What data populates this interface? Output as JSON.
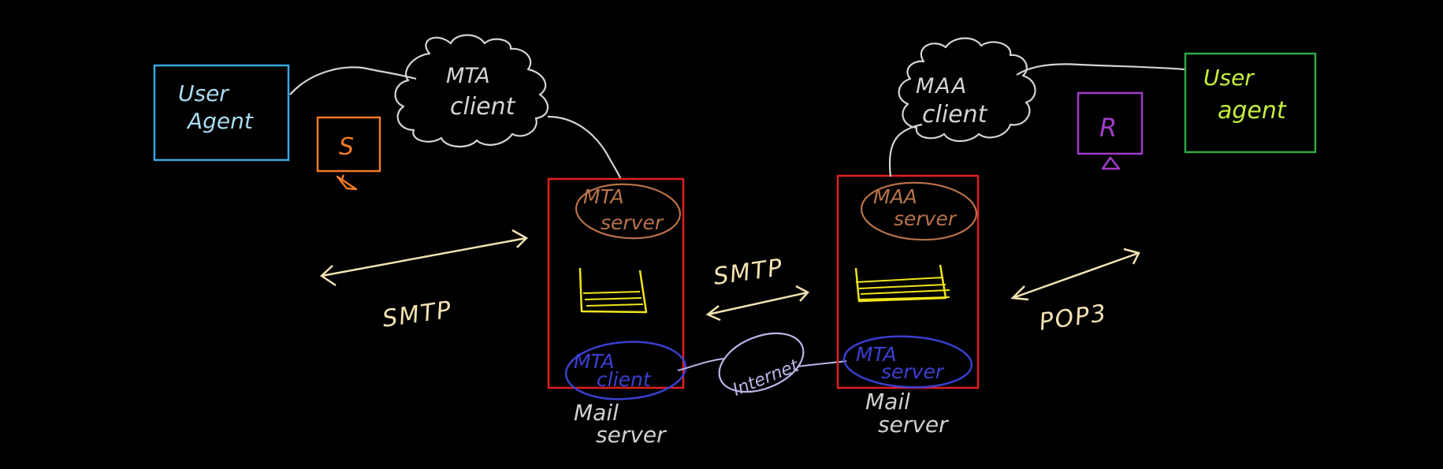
{
  "colors": {
    "background": "#000000",
    "cloud": "#d4d4d4",
    "sender_agent": "#3aa7e0",
    "sender_agent_text": "#a9dcf2",
    "sender_marker": "#f07a22",
    "mail_server_box": "#e01f1f",
    "mta_server": "#b8734a",
    "queue": "#f0e51a",
    "mta_client": "#3b3fd0",
    "internet": "#b9b6e8",
    "protocol": "#f3e3b2",
    "receiver_marker": "#a33cc8",
    "receiver_agent": "#2fa845",
    "receiver_agent_text": "#c4f03a",
    "caption": "#d0d0d0"
  },
  "sender": {
    "user_agent_label": [
      "User",
      "Agent"
    ],
    "marker_label": "S"
  },
  "receiver": {
    "user_agent_label": [
      "User",
      "agent"
    ],
    "marker_label": "R"
  },
  "clouds": {
    "left": [
      "MTA",
      "client"
    ],
    "right": [
      "MAA",
      "client"
    ]
  },
  "left_server": {
    "top_label": [
      "MTA",
      "server"
    ],
    "bottom_label": [
      "MTA",
      "client"
    ],
    "caption": [
      "Mail",
      "server"
    ]
  },
  "right_server": {
    "top_label": [
      "MAA",
      "server"
    ],
    "bottom_label": [
      "MTA",
      "server"
    ],
    "caption": [
      "Mail",
      "server"
    ]
  },
  "internet_label": "Internet",
  "protocols": {
    "left": "SMTP",
    "middle": "SMTP",
    "right": "POP3"
  }
}
